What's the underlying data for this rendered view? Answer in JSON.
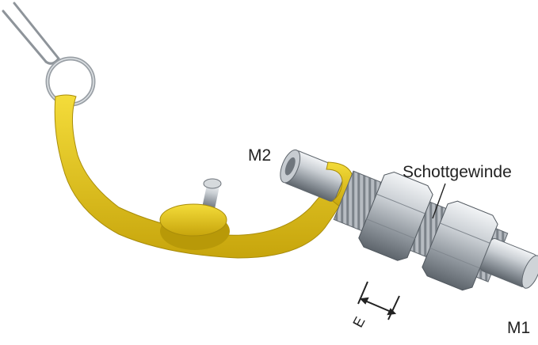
{
  "labels": {
    "m2": "M2",
    "schottgewinde": "Schottgewinde",
    "m1": "M1",
    "e": "E"
  },
  "colors": {
    "background": "#ffffff",
    "cap_yellow": "#e6c619",
    "steel": "#b9bec4",
    "text": "#222222"
  }
}
